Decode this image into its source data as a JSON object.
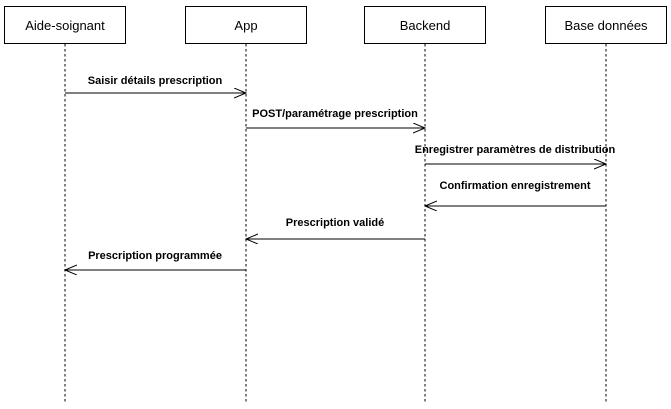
{
  "diagram": {
    "type": "sequence-diagram",
    "colors": {
      "background": "#ffffff",
      "line": "#000000",
      "text": "#000000"
    },
    "actors": [
      {
        "label": "Aide-soignant"
      },
      {
        "label": "App"
      },
      {
        "label": "Backend"
      },
      {
        "label": "Base données"
      }
    ],
    "messages": [
      {
        "label": "Saisir détails prescription",
        "from": "Aide-soignant",
        "to": "App",
        "direction": "right"
      },
      {
        "label": "POST/paramétrage prescription",
        "from": "App",
        "to": "Backend",
        "direction": "right"
      },
      {
        "label": "Enregistrer paramètres de distribution",
        "from": "Backend",
        "to": "Base données",
        "direction": "right"
      },
      {
        "label": "Confirmation enregistrement",
        "from": "Base données",
        "to": "Backend",
        "direction": "left"
      },
      {
        "label": "Prescription validé",
        "from": "Backend",
        "to": "App",
        "direction": "left"
      },
      {
        "label": "Prescription programmée",
        "from": "App",
        "to": "Aide-soignant",
        "direction": "left"
      }
    ]
  }
}
